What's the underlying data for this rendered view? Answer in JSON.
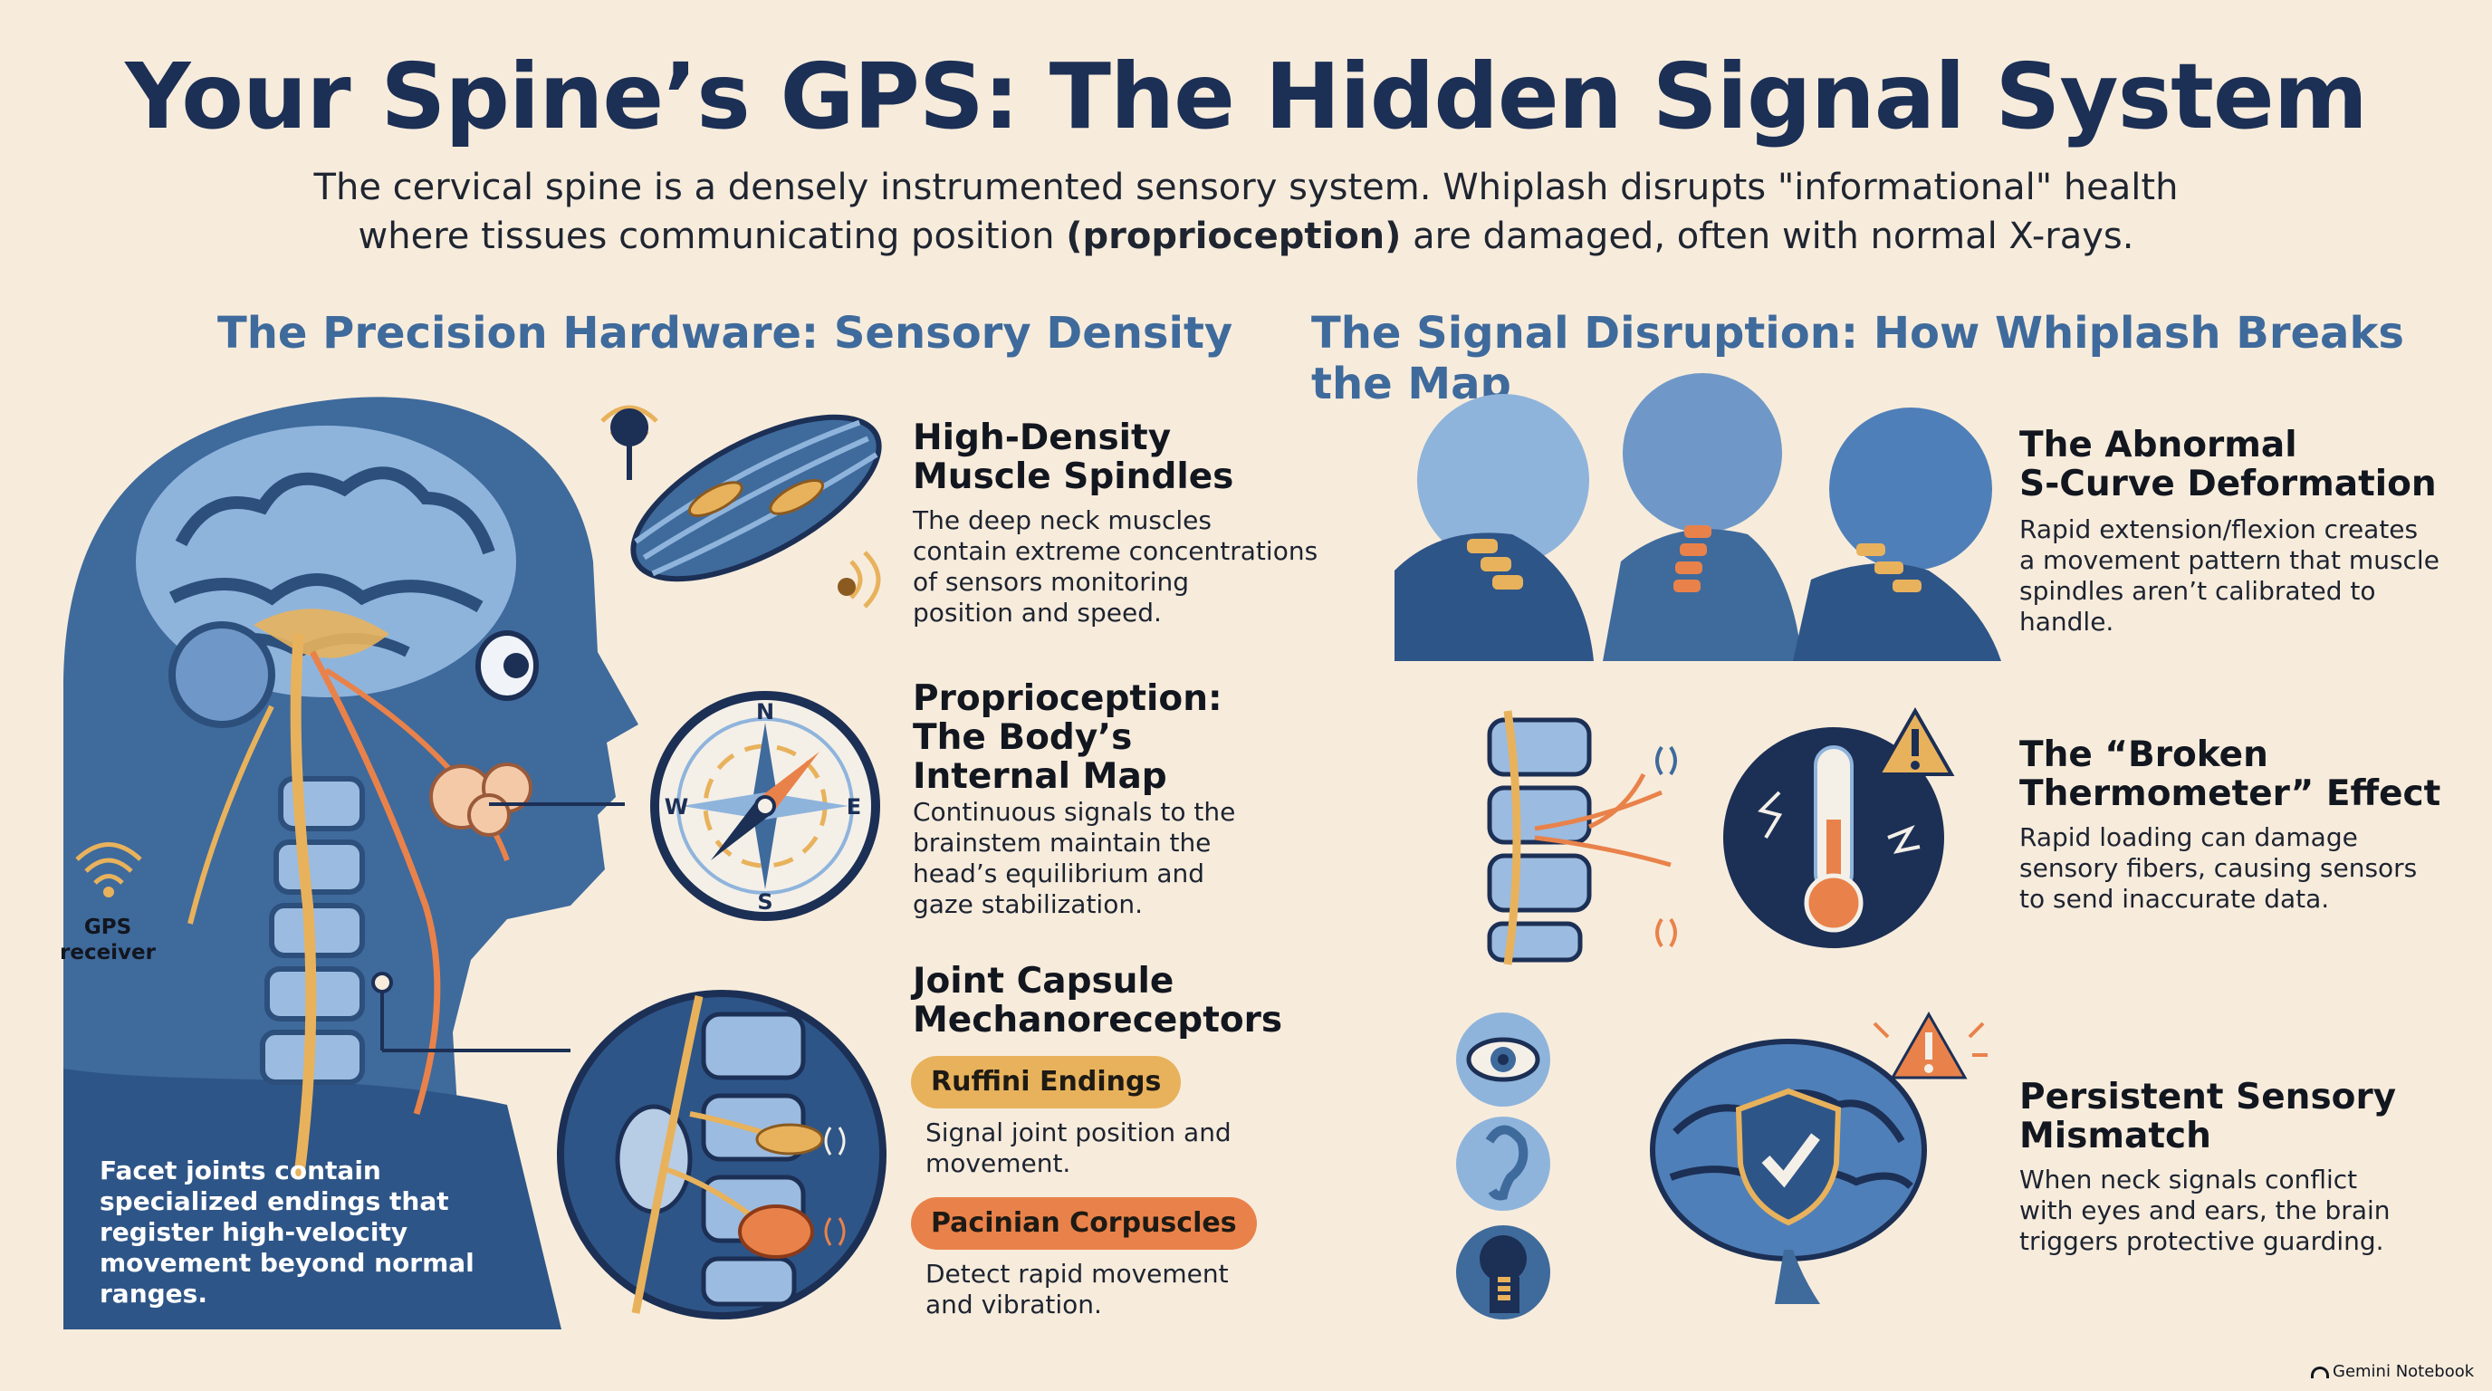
{
  "title": "Your Spine’s GPS: The Hidden Signal System",
  "subtitle": {
    "line1": "The cervical spine is a densely instrumented sensory system. Whiplash disrupts \"informational\" health",
    "line2_before": "where tissues communicating position ",
    "line2_bold": "(proprioception)",
    "line2_after": " are damaged, often with normal X-rays."
  },
  "left": {
    "heading": "The Precision Hardware: Sensory Density",
    "gps_label": [
      "GPS",
      "receiver"
    ],
    "facet_text": [
      "Facet joints contain",
      "specialized endings that",
      "register high-velocity",
      "movement beyond normal",
      "ranges."
    ],
    "items": [
      {
        "title": [
          "High-Density",
          "Muscle Spindles"
        ],
        "desc": [
          "The deep neck muscles",
          "contain extreme concentrations",
          "of sensors monitoring",
          "position and speed."
        ]
      },
      {
        "title": [
          "Proprioception:",
          "The Body’s",
          "Internal Map"
        ],
        "desc": [
          "Continuous signals to the",
          "brainstem maintain the",
          "head’s equilibrium and",
          "gaze stabilization."
        ]
      },
      {
        "title": [
          "Joint Capsule",
          "Mechanoreceptors"
        ]
      }
    ],
    "compass": {
      "n": "N",
      "s": "S",
      "e": "E",
      "w": "W"
    },
    "ruffini": {
      "label": "Ruffini Endings",
      "desc": [
        "Signal joint position and",
        "movement."
      ]
    },
    "pacinian": {
      "label": "Pacinian Corpuscles",
      "desc": [
        "Detect rapid movement",
        "and vibration."
      ]
    }
  },
  "right": {
    "heading": "The Signal Disruption: How Whiplash Breaks the Map",
    "items": [
      {
        "title": [
          "The Abnormal",
          "S-Curve Deformation"
        ],
        "desc": [
          "Rapid extension/flexion creates",
          "a movement pattern that muscle",
          "spindles aren’t calibrated to",
          "handle."
        ]
      },
      {
        "title": [
          "The “Broken",
          "Thermometer” Effect"
        ],
        "desc": [
          "Rapid loading can damage",
          "sensory fibers, causing sensors",
          "to send inaccurate data."
        ]
      },
      {
        "title": [
          "Persistent Sensory",
          "Mismatch"
        ],
        "desc": [
          "When neck signals conflict",
          "with eyes and ears, the brain",
          "triggers protective guarding."
        ]
      }
    ]
  },
  "footer": {
    "brand": "Gemini Notebook"
  },
  "colors": {
    "navy": "#1c2f55",
    "blue": "#3f6a9c",
    "mid": "#4f7fb8",
    "orange": "#e9824a",
    "gold": "#e8b25c",
    "cream": "#f7ecdc"
  }
}
